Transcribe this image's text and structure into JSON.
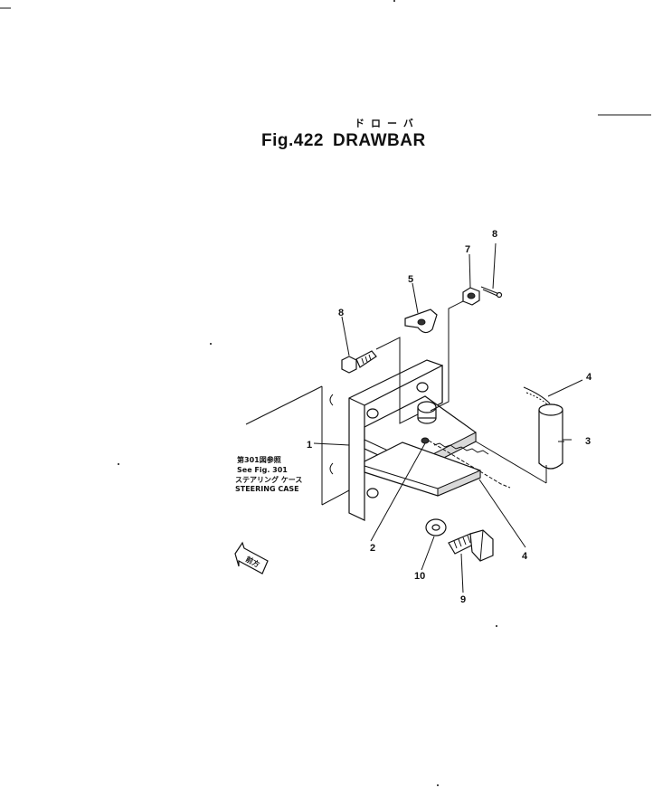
{
  "header": {
    "kana": "ドローバ",
    "fig_number": "Fig.422",
    "fig_title": "DRAWBAR"
  },
  "reference_note": {
    "line1": "第301図参照",
    "line2": "See Fig. 301",
    "line3": "ステアリング ケース",
    "line4": "STEERING CASE"
  },
  "direction_arrow": {
    "label": "前方"
  },
  "callouts": [
    "1",
    "2",
    "3",
    "4",
    "4",
    "5",
    "7",
    "8",
    "8",
    "9",
    "10"
  ]
}
